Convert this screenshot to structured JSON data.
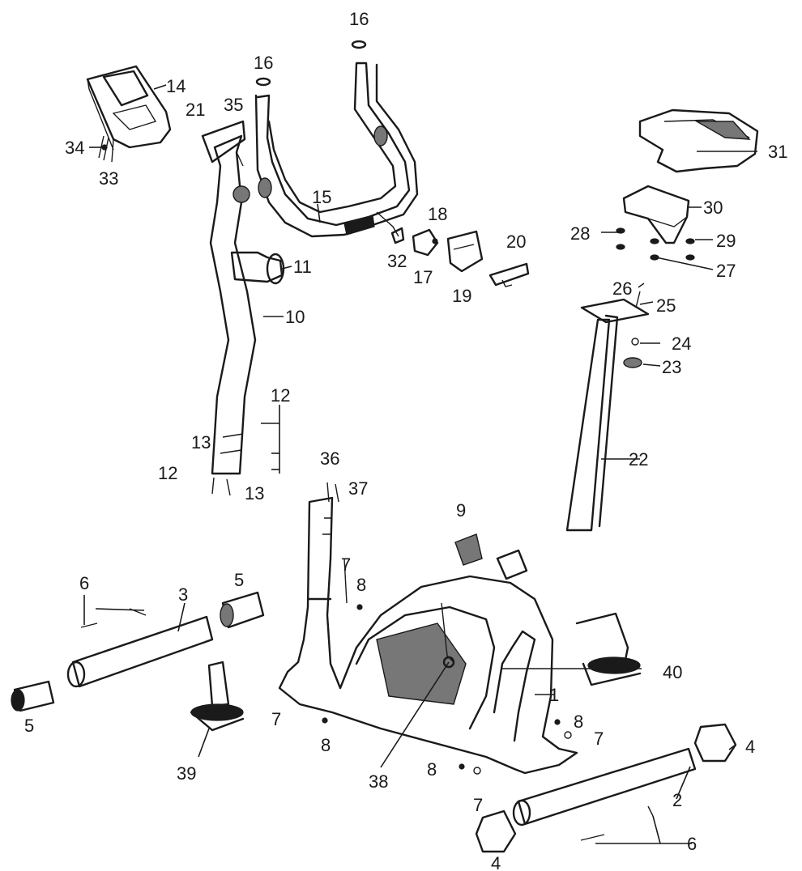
{
  "labels": {
    "l1": "1",
    "l2": "2",
    "l3": "3",
    "l4a": "4",
    "l4b": "4",
    "l5a": "5",
    "l5b": "5",
    "l6a": "6",
    "l6b": "6",
    "l7a": "7",
    "l7b": "7",
    "l7c": "7",
    "l7d": "7",
    "l8a": "8",
    "l8b": "8",
    "l8c": "8",
    "l8d": "8",
    "l9": "9",
    "l10": "10",
    "l11": "11",
    "l12a": "12",
    "l12b": "12",
    "l13a": "13",
    "l13b": "13",
    "l14": "14",
    "l15": "15",
    "l16a": "16",
    "l16b": "16",
    "l17": "17",
    "l18": "18",
    "l19": "19",
    "l20": "20",
    "l21": "21",
    "l22": "22",
    "l23": "23",
    "l24": "24",
    "l25": "25",
    "l26": "26",
    "l27": "27",
    "l28": "28",
    "l29": "29",
    "l30": "30",
    "l31": "31",
    "l32": "32",
    "l33": "33",
    "l34": "34",
    "l35": "35",
    "l36": "36",
    "l37": "37",
    "l38": "38",
    "l39": "39",
    "l40": "40"
  }
}
